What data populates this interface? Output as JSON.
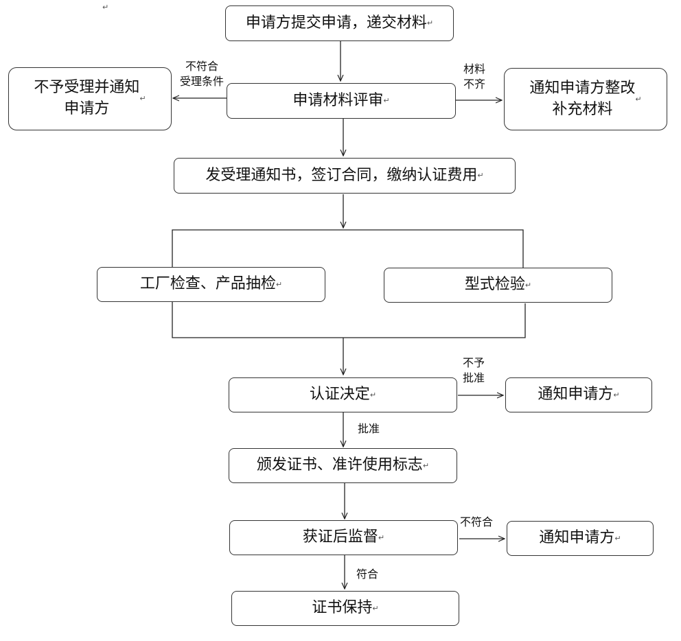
{
  "top_mark": "↵",
  "return_mark": "↵",
  "boxes": {
    "submit": "申请方提交申请，递交材料",
    "review": "申请材料评审",
    "reject_notify": "不予受理并通知\n申请方",
    "supplement_notify": "通知申请方整改\n补充材料",
    "accept": "发受理通知书，签订合同，缴纳认证费用",
    "factory_check": "工厂检查、产品抽检",
    "type_test": "型式检验",
    "decision": "认证决定",
    "decision_notify": "通知申请方",
    "issue": "颁发证书、准许使用标志",
    "supervision": "获证后监督",
    "supervision_notify": "通知申请方",
    "keep": "证书保持"
  },
  "labels": {
    "not_meet_accept": "不符合\n受理条件",
    "materials_incomplete": "材料\n不齐",
    "not_approved": "不予\n批准",
    "approved": "批准",
    "not_meet": "不符合",
    "meet": "符合"
  }
}
